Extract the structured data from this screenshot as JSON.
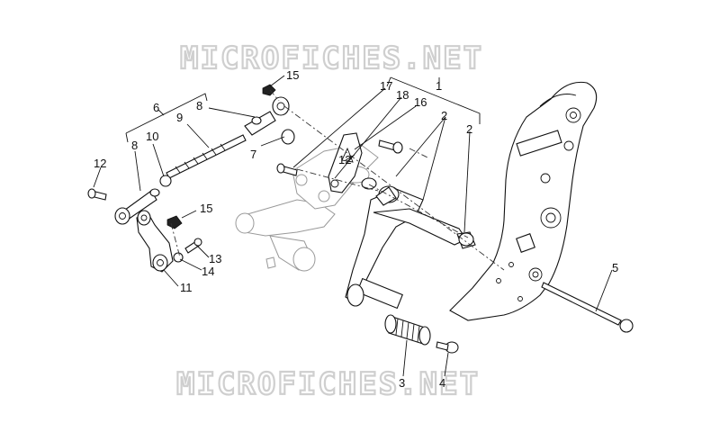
{
  "watermark": {
    "top": "MICROFICHES.NET",
    "bottom": "MICROFICHES.NET"
  },
  "callouts": {
    "c1": "1",
    "c2a": "2",
    "c2b": "2",
    "c3": "3",
    "c4": "4",
    "c5": "5",
    "c6": "6",
    "c7": "7",
    "c8a": "8",
    "c8b": "8",
    "c9": "9",
    "c10": "10",
    "c11": "11",
    "c12a": "12",
    "c12b": "12",
    "c13": "13",
    "c14": "14",
    "c15a": "15",
    "c15b": "15",
    "c16": "16",
    "c17": "17",
    "c18": "18"
  }
}
